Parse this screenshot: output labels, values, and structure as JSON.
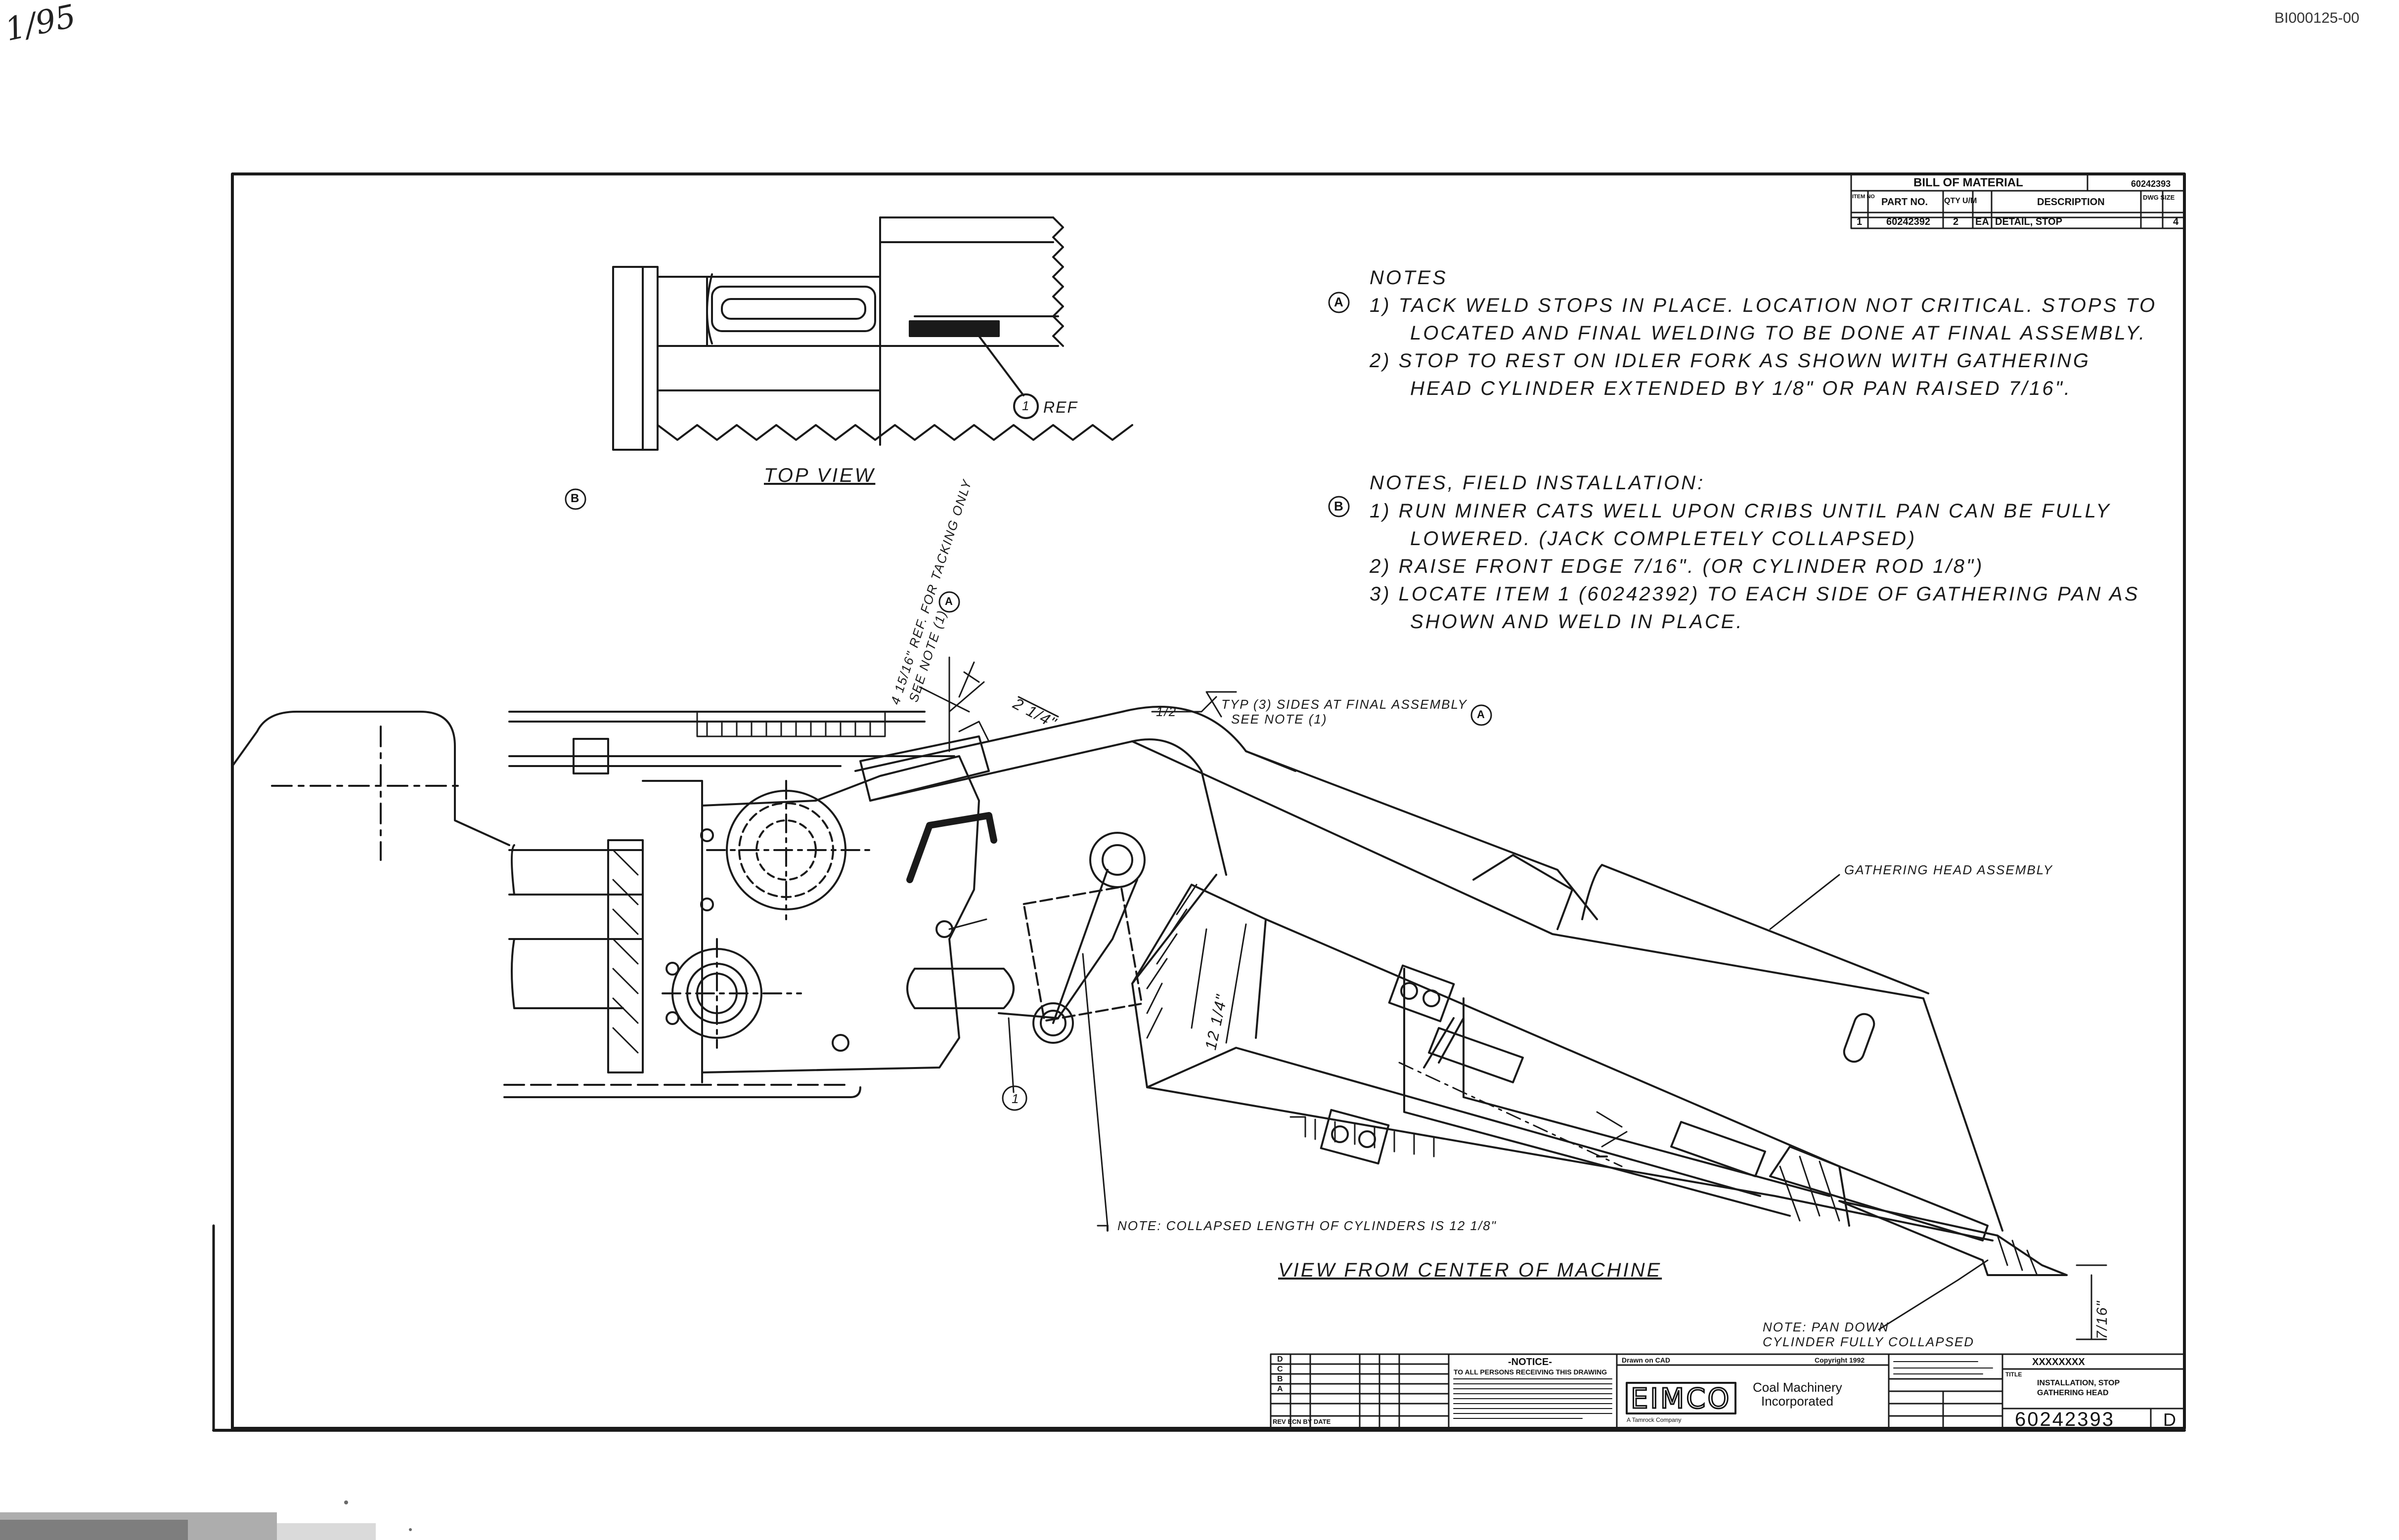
{
  "header": {
    "doc_id": "BI000125-00",
    "handwritten_mark": "1/95"
  },
  "bom": {
    "title": "BILL OF MATERIAL",
    "sheet_ref": "60242393",
    "columns": [
      "ITEM NO",
      "PART NO.",
      "QTY U/M",
      "DESCRIPTION",
      "DWG SIZE"
    ],
    "rows": [
      {
        "item": "1",
        "part": "60242392",
        "qty": "2",
        "um": "EA",
        "desc": "DETAIL, STOP",
        "dwg": "4"
      }
    ]
  },
  "notes": {
    "title": "NOTES",
    "marker": "A",
    "lines": [
      "1) TACK WELD STOPS IN PLACE. LOCATION NOT CRITICAL. STOPS TO",
      "LOCATED AND FINAL WELDING TO BE DONE AT FINAL ASSEMBLY.",
      "2) STOP TO REST ON IDLER FORK AS SHOWN WITH GATHERING",
      "HEAD CYLINDER EXTENDED BY 1/8\" OR PAN RAISED 7/16\"."
    ]
  },
  "field_notes": {
    "title": "NOTES, FIELD INSTALLATION:",
    "marker": "B",
    "lines": [
      "1) RUN MINER CATS WELL UPON CRIBS UNTIL PAN CAN BE FULLY",
      "LOWERED. (JACK COMPLETELY COLLAPSED)",
      "2) RAISE FRONT EDGE 7/16\". (OR CYLINDER ROD 1/8\")",
      "3) LOCATE ITEM 1 (60242392) TO EACH SIDE OF GATHERING PAN AS",
      "SHOWN AND WELD IN PLACE."
    ]
  },
  "labels": {
    "top_view": "TOP VIEW",
    "ref": "REF",
    "item_balloon": "1",
    "marker_a": "A",
    "marker_b": "B",
    "tack_dim": "4 15/16\" REF. FOR TACKING ONLY",
    "see_note": "SEE NOTE (1)",
    "dim_2_1_4": "2 1/4\"",
    "weld_symbol": "1/2",
    "weld_note_1": "TYP (3) SIDES AT FINAL ASSEMBLY",
    "weld_note_2": "SEE NOTE (1)",
    "gathering_head": "GATHERING HEAD ASSEMBLY",
    "dim_12_1_4": "12 1/4\"",
    "collapsed_note": "NOTE: COLLAPSED LENGTH OF CYLINDERS IS 12 1/8\"",
    "view_title": "VIEW FROM CENTER OF MACHINE",
    "pan_note_1": "NOTE: PAN DOWN",
    "pan_note_2": "CYLINDER FULLY COLLAPSED",
    "dim_7_16": "7/16\""
  },
  "title_block": {
    "notice_title": "-NOTICE-",
    "notice_text": "TO ALL PERSONS RECEIVING THIS DRAWING",
    "drawn_on": "Drawn on CAD",
    "copyright": "Copyright 1992",
    "company_logo": "EIMCO",
    "company_name_1": "Coal Machinery",
    "company_name_2": "Incorporated",
    "company_tagline": "A Tamrock Company",
    "title_label": "TITLE",
    "title_1": "INSTALLATION, STOP",
    "title_2": "GATHERING HEAD",
    "next_assy": "XXXXXXXX",
    "drawing_no": "60242393",
    "revision": "D",
    "rev_rows": [
      "A",
      "B",
      "C",
      "D"
    ],
    "rev_head": "REV ECN BY DATE"
  }
}
